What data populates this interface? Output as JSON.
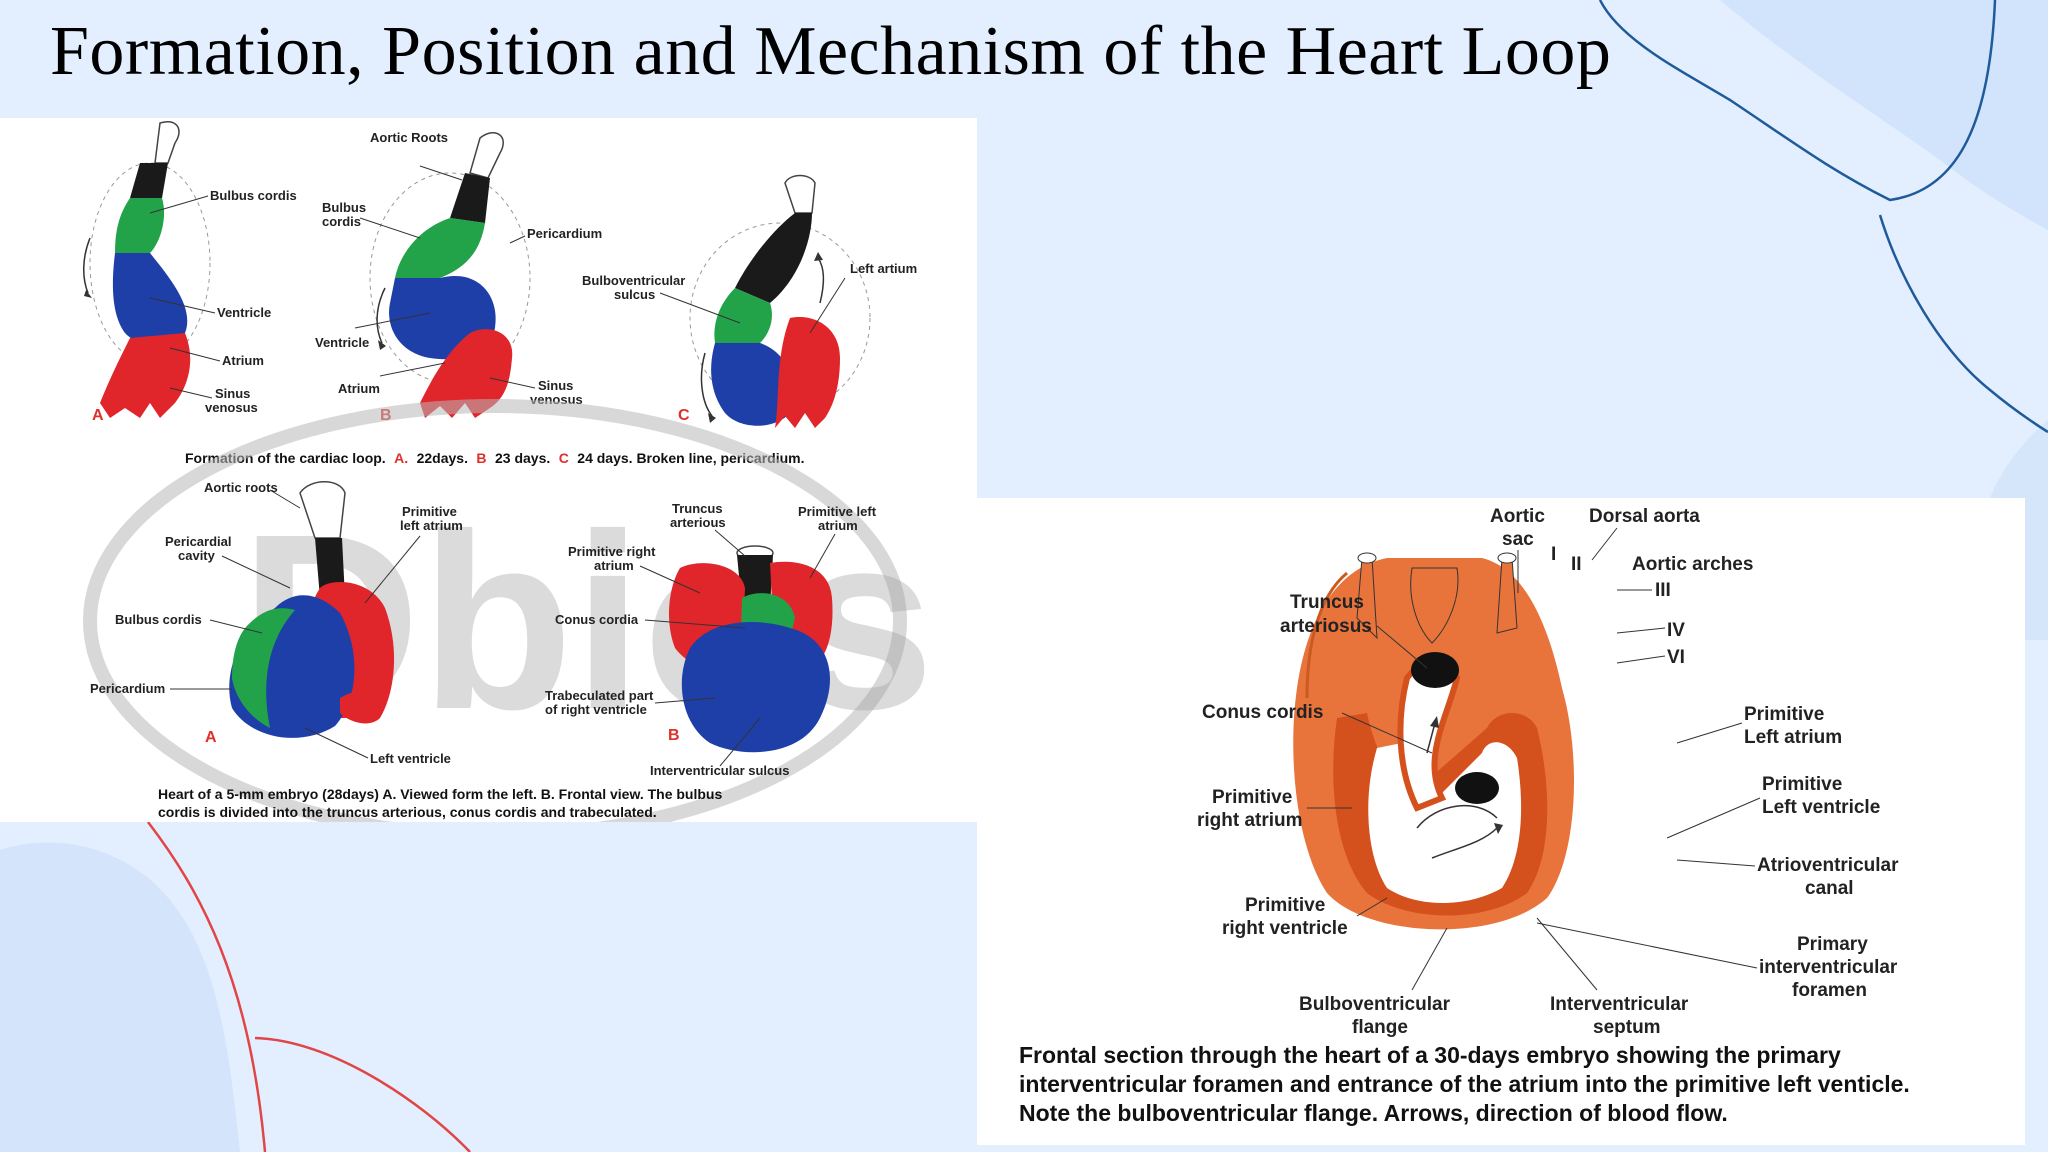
{
  "slide": {
    "title": "Formation, Position and Mechanism of the Heart Loop"
  },
  "colors": {
    "background": "#e3efff",
    "heart_red": "#e0262a",
    "heart_blue": "#1f3fa8",
    "heart_green": "#22a34a",
    "heart_black": "#1a1a1a",
    "heart_orange": "#e8743c",
    "curve_blue": "#1f5a9a",
    "curve_red": "#e04646"
  },
  "figure_loop": {
    "panel_a": {
      "letter": "A",
      "labels": [
        "Bulbus cordis",
        "Ventricle",
        "Atrium",
        "Sinus",
        "venosus"
      ]
    },
    "panel_b": {
      "letter": "B",
      "labels": [
        "Aortic Roots",
        "Bulbus",
        "cordis",
        "Pericardium",
        "Ventricle",
        "Atrium",
        "Sinus",
        "venosus"
      ]
    },
    "panel_c": {
      "letter": "C",
      "labels": [
        "Bulboventricular",
        "sulcus",
        "Left artium"
      ]
    },
    "caption_prefix": "Formation of the cardiac loop.",
    "caption_a": "A.",
    "caption_a_text": "22days.",
    "caption_b": "B",
    "caption_b_text": "23 days.",
    "caption_c": "C",
    "caption_c_text": "24 days. Broken line, pericardium."
  },
  "figure_5mm": {
    "panel_a": {
      "letter": "A",
      "labels": [
        "Aortic roots",
        "Primitive",
        "left atrium",
        "Pericardial",
        "cavity",
        "Bulbus cordis",
        "Pericardium",
        "Left ventricle"
      ]
    },
    "panel_b": {
      "letter": "B",
      "labels": [
        "Truncus",
        "arterious",
        "Primitive left",
        "atrium",
        "Primitive right",
        "atrium",
        "Conus cordia",
        "Trabeculated part",
        "of right ventricle",
        "Interventricular sulcus"
      ]
    },
    "caption_line1": "Heart of a 5-mm embryo (28days) A. Viewed form the left. B. Frontal view. The bulbus",
    "caption_line2": "cordis is divided into the truncus arterious, conus cordis and trabeculated.",
    "watermark": "Dbios"
  },
  "figure_section": {
    "labels": {
      "aortic": "Aortic",
      "sac": "sac",
      "dorsal_aorta": "Dorsal aorta",
      "aortic_arches": "Aortic arches",
      "arch_i": "I",
      "arch_ii": "II",
      "arch_iii": "III",
      "arch_iv": "IV",
      "arch_vi": "VI",
      "truncus": "Truncus",
      "arteriosus": "arteriosus",
      "conus_cordis": "Conus cordis",
      "prim_left_atrium_1": "Primitive",
      "prim_left_atrium_2": "Left atrium",
      "prim_right_atrium_1": "Primitive",
      "prim_right_atrium_2": "right atrium",
      "prim_left_ventricle_1": "Primitive",
      "prim_left_ventricle_2": "Left ventricle",
      "av_canal_1": "Atrioventricular",
      "av_canal_2": "canal",
      "prim_right_ventricle_1": "Primitive",
      "prim_right_ventricle_2": "right ventricle",
      "primary_iv_foramen_1": "Primary",
      "primary_iv_foramen_2": "interventricular",
      "primary_iv_foramen_3": "foramen",
      "bv_flange_1": "Bulboventricular",
      "bv_flange_2": "flange",
      "iv_septum_1": "Interventricular",
      "iv_septum_2": "septum"
    },
    "caption_line1": "Frontal section through the heart of a 30-days embryo showing the primary",
    "caption_line2": "interventricular foramen and entrance of the atrium into the primitive left venticle.",
    "caption_line3": "Note the bulboventricular flange. Arrows, direction of blood flow."
  }
}
